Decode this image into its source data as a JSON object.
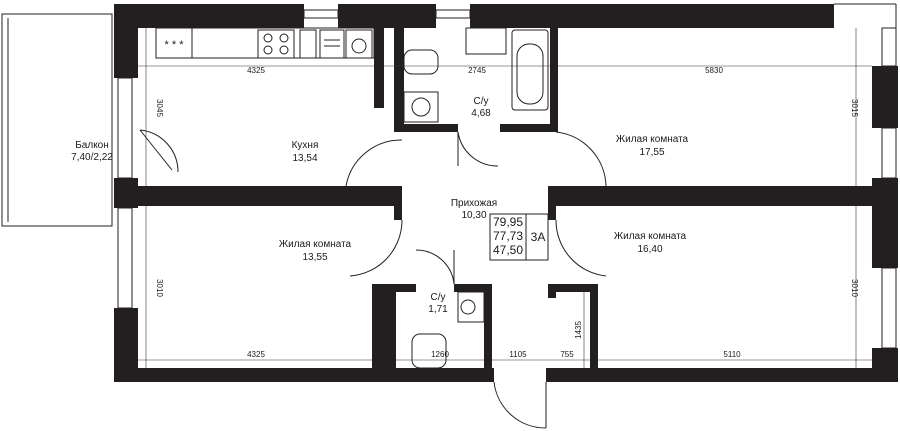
{
  "rooms": {
    "balcony": {
      "name": "Балкон",
      "area": "7,40/2,22"
    },
    "kitchen": {
      "name": "Кухня",
      "area": "13,54"
    },
    "bath_top": {
      "name": "С/у",
      "area": "4,68"
    },
    "living_top_right": {
      "name": "Жилая комната",
      "area": "17,55"
    },
    "hall": {
      "name": "Прихожая",
      "area": "10,30"
    },
    "living_bottom_left": {
      "name": "Жилая комната",
      "area": "13,55"
    },
    "bath_bottom": {
      "name": "С/у",
      "area": "1,71"
    },
    "living_bottom_right": {
      "name": "Жилая комната",
      "area": "16,40"
    }
  },
  "summary": {
    "total": "79,95",
    "living_total": "77,73",
    "living": "47,50",
    "type": "3А"
  },
  "dimensions": {
    "kitchen_width": "4325",
    "bath_width": "2745",
    "living_top_width": "5830",
    "kitchen_height": "3045",
    "living_top_height": "3015",
    "living_left_height": "3010",
    "living_right_height": "3010",
    "bottom_left_width": "4325",
    "bottom_bath_width": "1260",
    "bottom_hall_width": "1105",
    "bottom_step_width": "755",
    "bottom_right_width": "5110",
    "hall_niche_height": "1435"
  },
  "stove_marks": "* * *"
}
